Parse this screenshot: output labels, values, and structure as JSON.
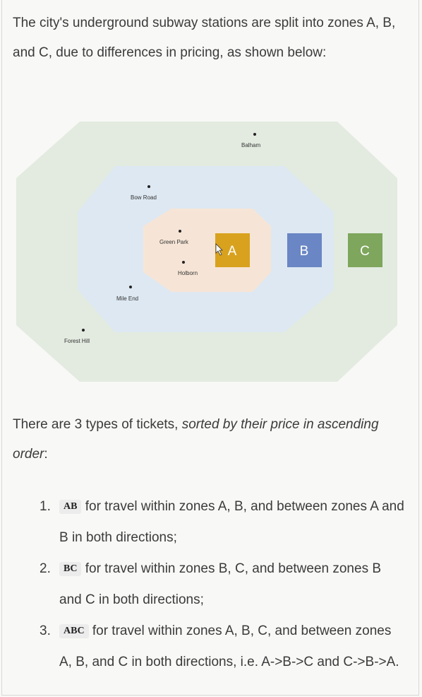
{
  "intro_text": "The city's underground subway stations are split into zones A, B, and C, due to differences in pricing, as shown below:",
  "diagram": {
    "stations": {
      "balham": "Balham",
      "bow_road": "Bow Road",
      "green_park": "Green Park",
      "holborn": "Holborn",
      "mile_end": "Mile End",
      "forest_hill": "Forest Hill"
    },
    "zones": {
      "a": "A",
      "b": "B",
      "c": "C"
    },
    "colors": {
      "zone_c_fill": "#e3ebe0",
      "zone_b_fill": "#dde8f2",
      "zone_a_fill": "#f6e5d6",
      "badge_a": "#d9a21e",
      "badge_b": "#6a86c4",
      "badge_c": "#7ea65d"
    }
  },
  "types_text": {
    "before": "There are 3 types of tickets, ",
    "emph": "sorted by their price in ascending order",
    "after": ":"
  },
  "tickets": [
    {
      "number": "1.",
      "code": "AB",
      "text": "for travel within zones A, B, and between zones A and B in both directions;"
    },
    {
      "number": "2.",
      "code": "BC",
      "text": "for travel within zones B, C, and between zones B and C in both directions;"
    },
    {
      "number": "3.",
      "code": "ABC",
      "text": "for travel within zones A, B, C, and between zones A, B, and C in both directions, i.e. A->B->C and C->B->A."
    }
  ]
}
